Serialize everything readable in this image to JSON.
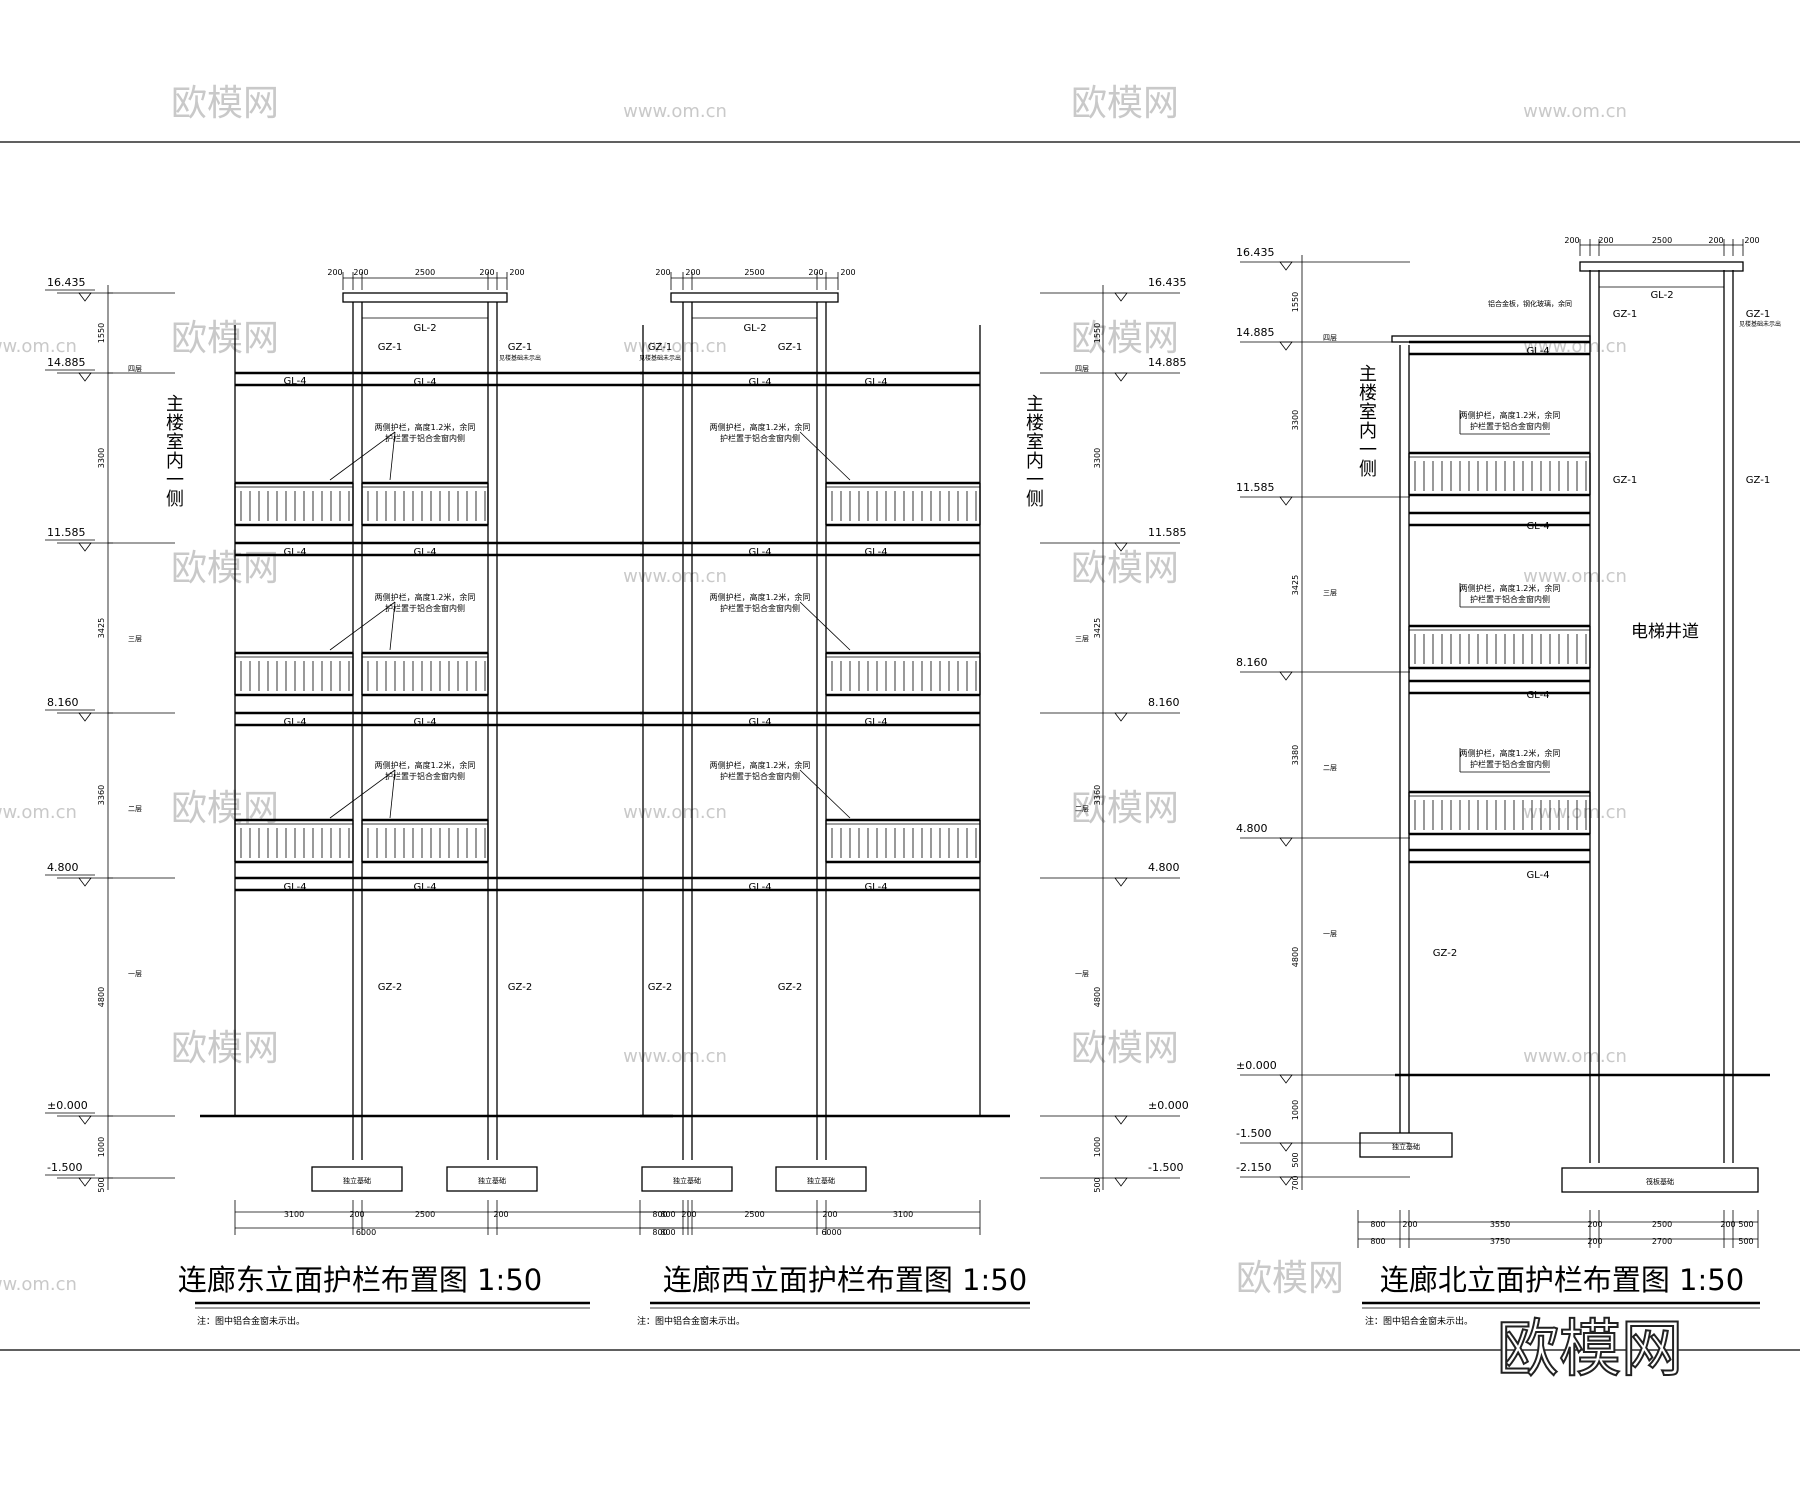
{
  "drawings": [
    {
      "title": "连廊东立面护栏布置图 1:50",
      "note": "注：图中铝合金窗未示出。",
      "side_label": "主楼室内一侧",
      "beam_top": "GL-2",
      "beam": "GL-4",
      "col_upper": "GZ-1",
      "col_lower": "GZ-2",
      "col_note": "见楼基础未示出",
      "rail_note_1": "两侧护栏，高度1.2米，余同",
      "rail_note_2": "护栏置于铝合金窗内侧",
      "foot": "独立基础",
      "top_dims": [
        "200",
        "200",
        "2500",
        "200",
        "200"
      ],
      "bottom_dims_1": [
        "3100",
        "200",
        "2500",
        "200",
        "800"
      ],
      "bottom_dims_2": [
        "6000",
        "800"
      ],
      "levels": [
        "16.435",
        "14.885",
        "11.585",
        "8.160",
        "4.800",
        "±0.000",
        "-1.500"
      ],
      "story_dims": [
        "1550",
        "3300",
        "3425",
        "3360",
        "4800",
        "1000",
        "500"
      ],
      "floors": [
        "四层",
        "三层",
        "二层",
        "一层"
      ]
    },
    {
      "title": "连廊西立面护栏布置图 1:50",
      "note": "注：图中铝合金窗未示出。",
      "side_label": "主楼室内一侧",
      "beam_top": "GL-2",
      "beam": "GL-4",
      "col_upper": "GZ-1",
      "col_lower": "GZ-2",
      "col_note": "见楼基础未示出",
      "rail_note_1": "两侧护栏，高度1.2米，余同",
      "rail_note_2": "护栏置于铝合金窗内侧",
      "foot": "独立基础",
      "top_dims": [
        "200",
        "200",
        "2500",
        "200",
        "200"
      ],
      "bottom_dims_1": [
        "800",
        "200",
        "2500",
        "200",
        "3100"
      ],
      "bottom_dims_2": [
        "800",
        "6000"
      ],
      "levels": [
        "16.435",
        "14.885",
        "11.585",
        "8.160",
        "4.800",
        "±0.000",
        "-1.500"
      ],
      "story_dims": [
        "1550",
        "3300",
        "3425",
        "3360",
        "4800",
        "1000",
        "500"
      ],
      "floors": [
        "四层",
        "三层",
        "二层",
        "一层"
      ]
    },
    {
      "title": "连廊北立面护栏布置图 1:50",
      "note": "注：图中铝合金窗未示出。",
      "side_label": "主楼室内一侧",
      "beam_top": "GL-2",
      "beam": "GL-4",
      "col_upper": "GZ-1",
      "col_lower": "GZ-2",
      "col_note": "见楼基础未示出",
      "roof_note": "铝合金板，钢化玻璃，余同",
      "shaft": "电梯井道",
      "rail_note_1": "两侧护栏，高度1.2米，余同",
      "rail_note_2": "护栏置于铝合金窗内侧",
      "foot": "独立基础",
      "foot2": "筏板基础",
      "top_dims": [
        "200",
        "200",
        "2500",
        "200",
        "200"
      ],
      "bottom_dims_1": [
        "800",
        "200",
        "3550",
        "200",
        "2500",
        "200",
        "500"
      ],
      "bottom_dims_2": [
        "800",
        "3750",
        "200",
        "2700",
        "500"
      ],
      "levels": [
        "16.435",
        "14.885",
        "11.585",
        "8.160",
        "4.800",
        "±0.000",
        "-1.500",
        "-2.150"
      ],
      "story_dims": [
        "1550",
        "3300",
        "3425",
        "3380",
        "4800",
        "1000",
        "500",
        "700"
      ],
      "floors": [
        "四层",
        "三层",
        "二层",
        "一层"
      ]
    }
  ],
  "watermarks": {
    "logo": "欧模网",
    "url": "www.om.cn"
  },
  "big_logo": "欧模网"
}
